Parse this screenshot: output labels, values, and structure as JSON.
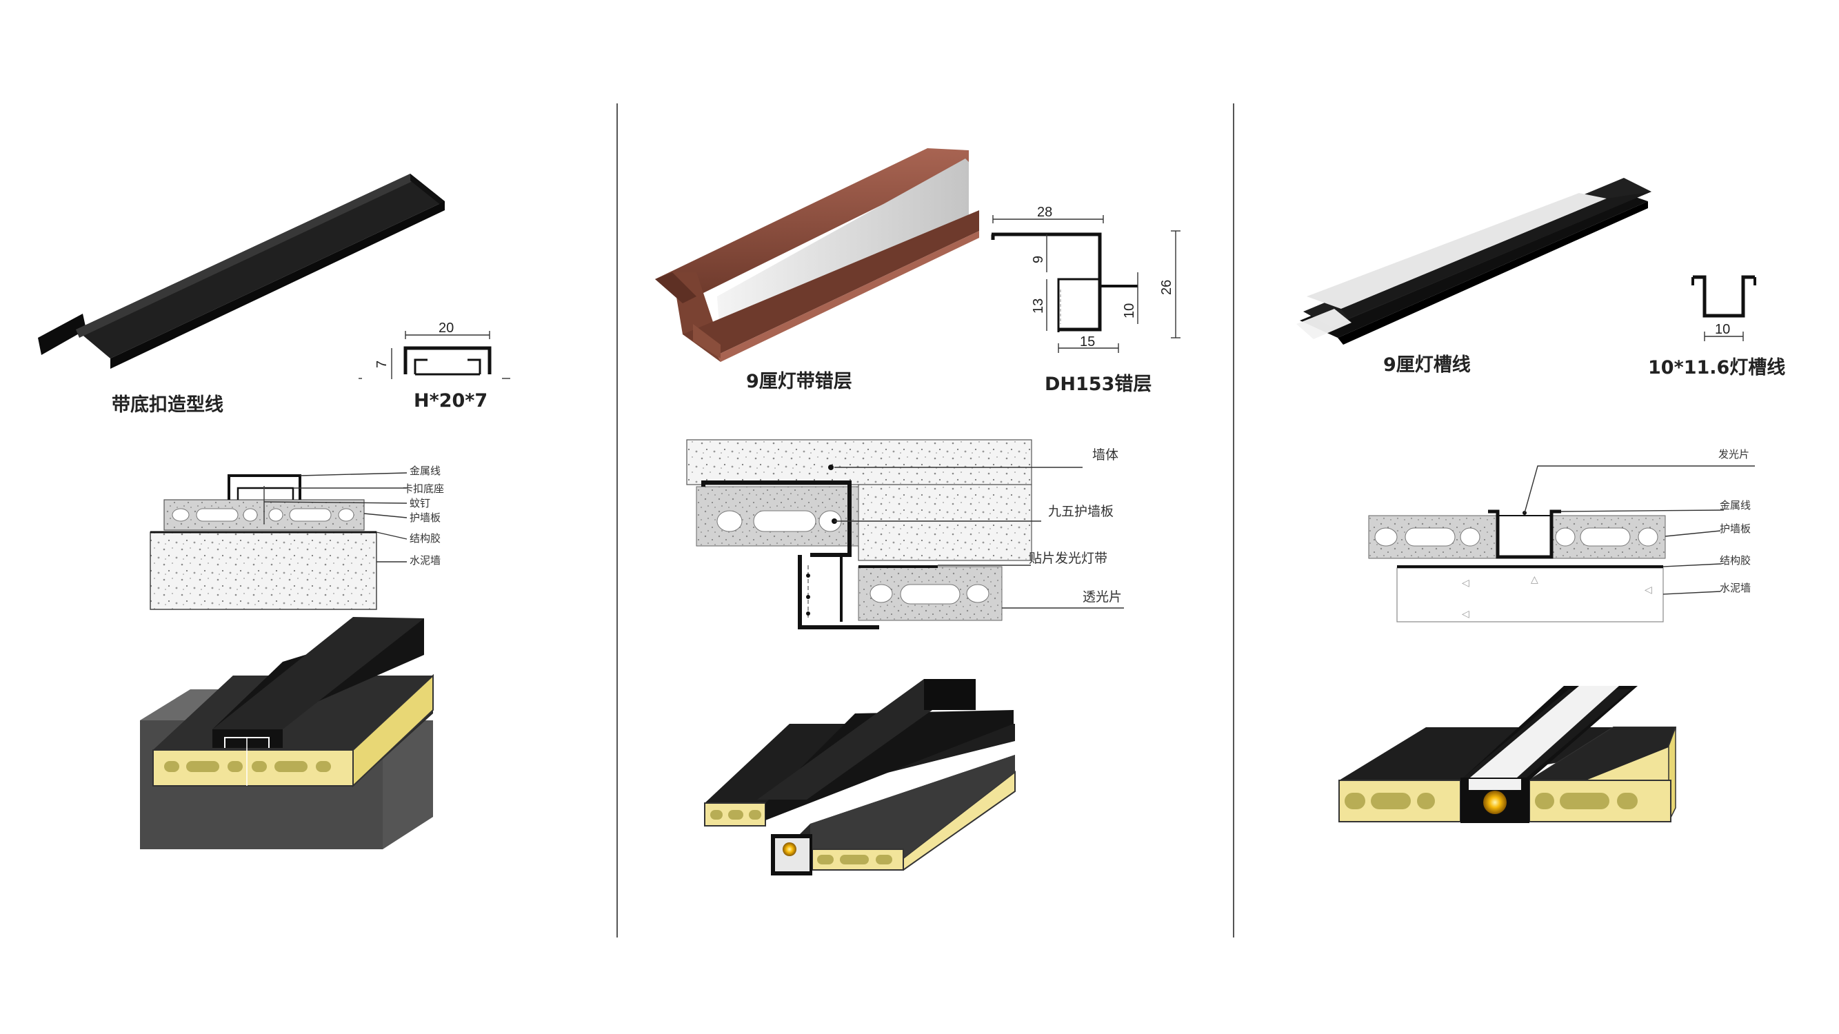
{
  "columns": [
    {
      "product": {
        "name": "带底扣造型线",
        "spec": "H*20*7"
      },
      "dimensions": {
        "width": "20",
        "height": "7"
      },
      "section_labels": [
        "金属线",
        "卡扣底座",
        "蚊钉",
        "护墙板",
        "结构胶",
        "水泥墙"
      ]
    },
    {
      "product": {
        "name": "9厘灯带错层",
        "spec": "DH153错层"
      },
      "dimensions": {
        "top": "28",
        "upper": "9",
        "left": "13",
        "right_inner": "10",
        "total": "26",
        "bottom": "15"
      },
      "section_labels": [
        "墙体",
        "九五护墙板",
        "贴片发光灯带",
        "透光片"
      ]
    },
    {
      "product": {
        "name": "9厘灯槽线",
        "spec": "10*11.6灯槽线"
      },
      "dimensions": {
        "width": "10"
      },
      "section_labels": [
        "发光片",
        "金属线",
        "护墙板",
        "结构胶",
        "水泥墙"
      ]
    }
  ],
  "colors": {
    "panel_yellow": "#f2e49a",
    "hole": "#b8ad55",
    "profile_black": "#1b1b1b",
    "wall_grey": "#5a5a5a",
    "bronze": "#8a4e3c",
    "diffuser": "#e8e8e8",
    "light": "#f6b80a"
  }
}
